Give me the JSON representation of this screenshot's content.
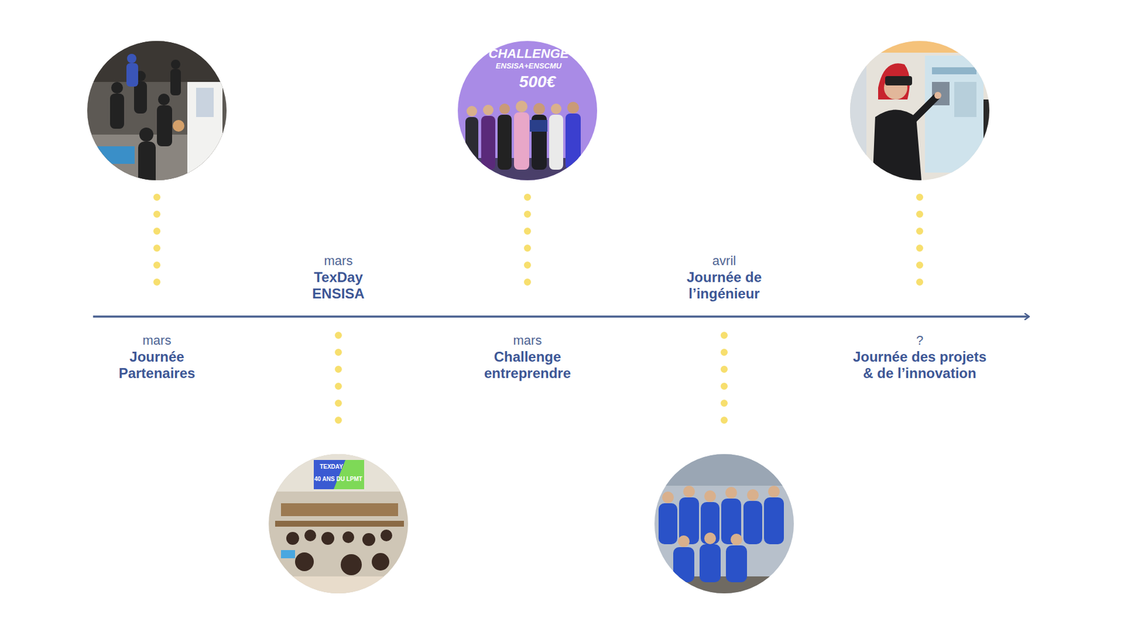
{
  "diagram": {
    "nodes": [
      {
        "text": [
          "mars",
          "Journée Partenaires"
        ]
      },
      {
        "text": [
          "mars",
          "TexDay ENSISA"
        ]
      },
      {
        "text": [
          "mars",
          "Challenge entreprendre"
        ]
      },
      {
        "text": [
          "avril",
          "Journée de l’ingénieur"
        ]
      },
      {
        "text": [
          "?",
          "Journée des projets & de l’innovation"
        ]
      }
    ],
    "labels": [
      "CHALLENGE",
      "ENSISA+ENSCMU",
      "500€",
      "TEXDAY",
      "40 ANS DU LPMT"
    ]
  }
}
